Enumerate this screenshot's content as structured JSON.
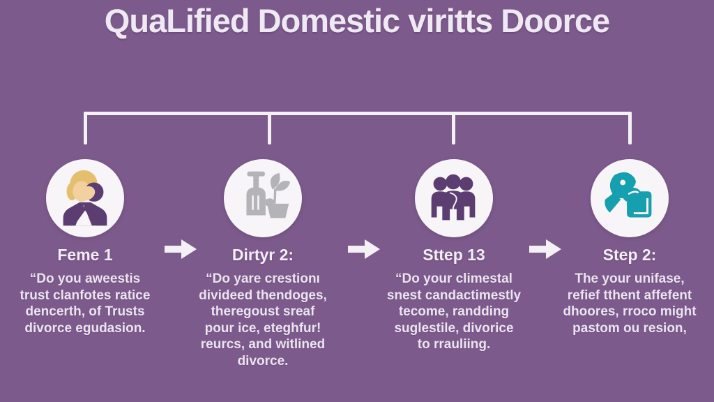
{
  "title": "QuaLified Domestic viritts Doorce",
  "colors": {
    "background": "#7c5a8c",
    "text": "#efe9f3",
    "circle_fill": "#f7f5f8",
    "icon_purple": "#5c3d72",
    "icon_gray": "#b4b3b8",
    "icon_teal": "#169fae",
    "hair_blonde": "#e4c06e",
    "skin": "#f2d0a0"
  },
  "steps": [
    {
      "label": "Feme 1",
      "icon": "person-facepalm-icon",
      "text": "“Do you aweestis\ntrust clanfotes ratice\ndencerth, of Trusts\ndivorce egudasion."
    },
    {
      "label": "Dirtyr 2:",
      "icon": "shovel-plant-icon",
      "text": "“Do yare crestionı\ndivideed thendoges,\ntheregoust sreaf\npour ice, eteghfur!\nreurcs, and witlined\ndivorce."
    },
    {
      "label": "Sttep 13",
      "icon": "family-group-icon",
      "text": "“Do your climestal\nsnest candactimestly\ntecome, randding\nsuglestile, divorice\nto rrauliing."
    },
    {
      "label": "Step 2:",
      "icon": "hand-payment-icon",
      "text": "The your unifase,\nrefief tthent affefent\ndhoores, rroco might\npastom ou resion,"
    }
  ]
}
